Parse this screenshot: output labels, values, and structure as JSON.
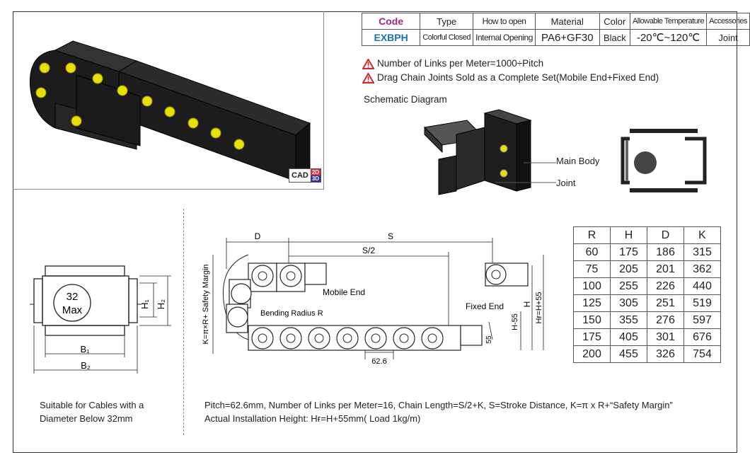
{
  "spec_table": {
    "headers": [
      "Code",
      "Type",
      "How to open",
      "Material",
      "Color",
      "Allowable Temperature",
      "Accessories"
    ],
    "values": [
      "EXBPH",
      "Colorful Closed",
      "Internal Opening",
      "PA6+GF30",
      "Black",
      "-20℃~120℃",
      "Joint"
    ]
  },
  "cad_badge": {
    "cad": "CAD",
    "d2": "2D",
    "d3": "3D"
  },
  "notes": [
    "Number of Links per Meter=1000÷Pitch",
    "Drag Chain Joints Sold as a Complete Set(Mobile End+Fixed End)"
  ],
  "schematic": {
    "title": "Schematic Diagram",
    "main_body": "Main Body",
    "joint": "Joint"
  },
  "cross_section": {
    "circle_line1": "32",
    "circle_line2": "Max",
    "h1": "H₁",
    "h2": "H₂",
    "b1": "B₁",
    "b2": "B₂",
    "caption": "Suitable for Cables with a Diameter Below 32mm"
  },
  "side_view": {
    "d": "D",
    "s": "S",
    "s2": "S/2",
    "k_label": "K=π×R+ Safety Margin",
    "mobile_end": "Mobile End",
    "fixed_end": "Fixed End",
    "bending_radius": "Bending Radius R",
    "h55": "H-55",
    "h": "H",
    "hf": "Hғ=H+55",
    "dim55": "55",
    "pitch": "62.6"
  },
  "dims_table": {
    "headers": [
      "R",
      "H",
      "D",
      "K"
    ],
    "rows": [
      [
        "60",
        "175",
        "186",
        "315"
      ],
      [
        "75",
        "205",
        "201",
        "362"
      ],
      [
        "100",
        "255",
        "226",
        "440"
      ],
      [
        "125",
        "305",
        "251",
        "519"
      ],
      [
        "150",
        "355",
        "276",
        "597"
      ],
      [
        "175",
        "405",
        "301",
        "676"
      ],
      [
        "200",
        "455",
        "326",
        "754"
      ]
    ]
  },
  "footer": {
    "line1": "Pitch=62.6mm, Number of Links per Meter=16, Chain Length=S/2+K, S=Stroke Distance, K=π x R+“Safety Margin”",
    "line2": "Actual Installation Height: Hғ=H+55mm( Load 1kg/m)"
  },
  "colors": {
    "code_header": "#b0237e",
    "code_value": "#1a6fb5",
    "warning": "#d8232a",
    "pin": "#e8e000"
  }
}
